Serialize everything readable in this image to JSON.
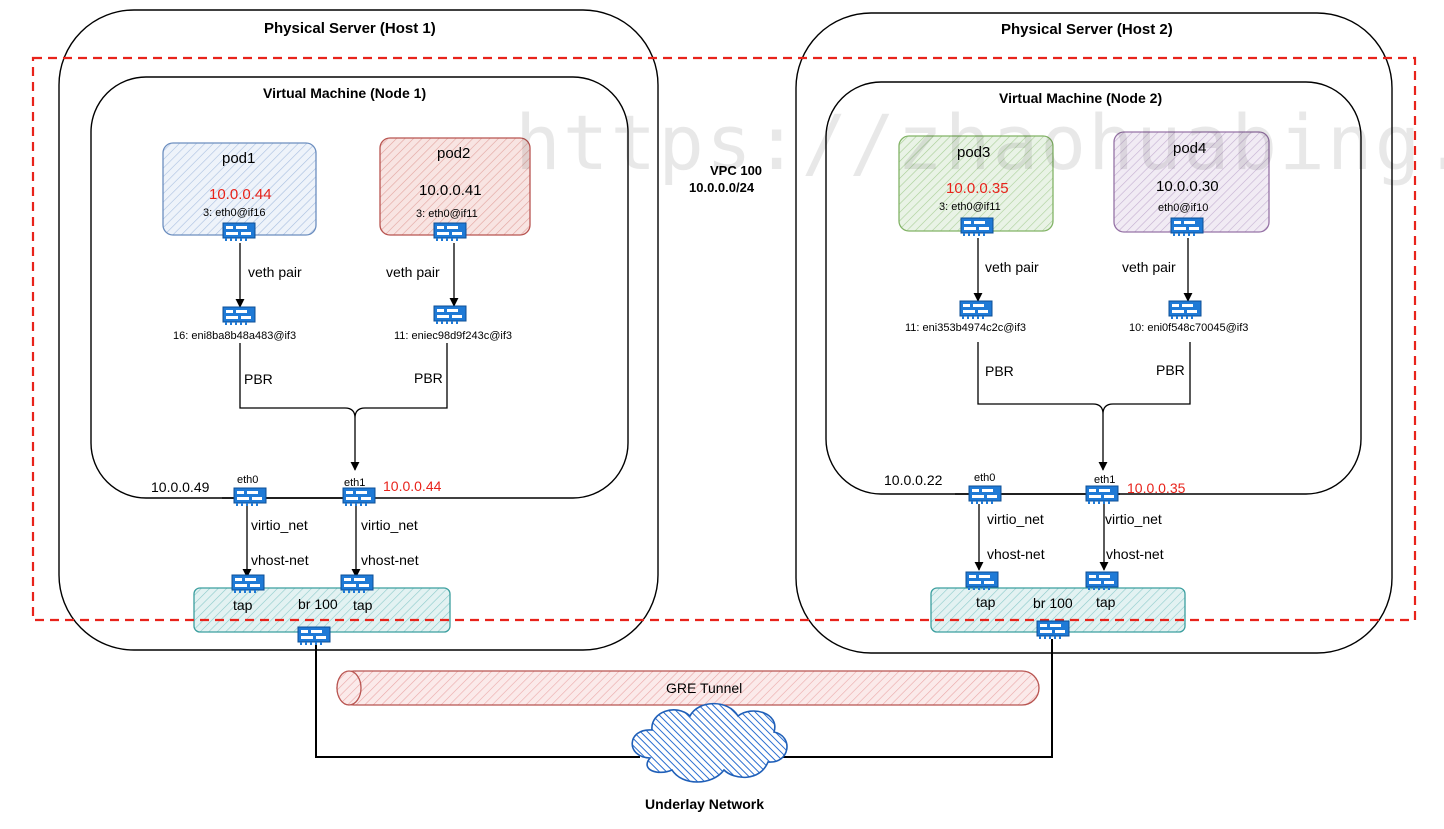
{
  "watermark": "https://zhaohuabing.com",
  "vpc": {
    "name": "VPC 100",
    "cidr": "10.0.0.0/24"
  },
  "hosts": [
    {
      "title": "Physical Server (Host 1)",
      "vm_title": "Virtual Machine (Node 1)",
      "pods": [
        {
          "name": "pod1",
          "ip": "10.0.0.44",
          "ip_highlight": true,
          "iface": "3: eth0@if16",
          "fill": "#dbe6f5",
          "stroke": "#6c8ebf",
          "veth": "veth pair",
          "peer": "16: eni8ba8b48a483@if3",
          "pbr": "PBR"
        },
        {
          "name": "pod2",
          "ip": "10.0.0.41",
          "ip_highlight": false,
          "iface": "3: eth0@if11",
          "fill": "#f5d0cc",
          "stroke": "#b85450",
          "veth": "veth pair",
          "peer": "11: eniec98d9f243c@if3",
          "pbr": "PBR"
        }
      ],
      "eth0": {
        "label": "eth0",
        "ip": "10.0.0.49"
      },
      "eth1": {
        "label": "eth1",
        "ip": "10.0.0.44"
      },
      "virtio": [
        "virtio_net",
        "virtio_net"
      ],
      "vhost": [
        "vhost-net",
        "vhost-net"
      ],
      "taps": [
        "tap",
        "tap"
      ],
      "bridge": "br 100"
    },
    {
      "title": "Physical Server (Host 2)",
      "vm_title": "Virtual Machine (Node 2)",
      "pods": [
        {
          "name": "pod3",
          "ip": "10.0.0.35",
          "ip_highlight": true,
          "iface": "3: eth0@if11",
          "fill": "#d5e8d4",
          "stroke": "#82b366",
          "veth": "veth pair",
          "peer": "11: eni353b4974c2c@if3",
          "pbr": "PBR"
        },
        {
          "name": "pod4",
          "ip": "10.0.0.30",
          "ip_highlight": false,
          "iface": "eth0@if10",
          "fill": "#e1d5e7",
          "stroke": "#9673a6",
          "veth": "veth pair",
          "peer": "10: eni0f548c70045@if3",
          "pbr": "PBR"
        }
      ],
      "eth0": {
        "label": "eth0",
        "ip": "10.0.0.22"
      },
      "eth1": {
        "label": "eth1",
        "ip": "10.0.0.35"
      },
      "virtio": [
        "virtio_net",
        "virtio_net"
      ],
      "vhost": [
        "vhost-net",
        "vhost-net"
      ],
      "taps": [
        "tap",
        "tap"
      ],
      "bridge": "br 100"
    }
  ],
  "tunnel": "GRE Tunnel",
  "underlay": "Underlay Network",
  "colors": {
    "highlight": "#e8231b",
    "vpc_border": "#e8231b",
    "nic": "#1f7ad6",
    "bridge_fill": "#cfe9e9",
    "bridge_stroke": "#3b9f9f",
    "tunnel_fill": "#f5cccc",
    "tunnel_stroke": "#b85450",
    "cloud": "#2a6ed0"
  }
}
